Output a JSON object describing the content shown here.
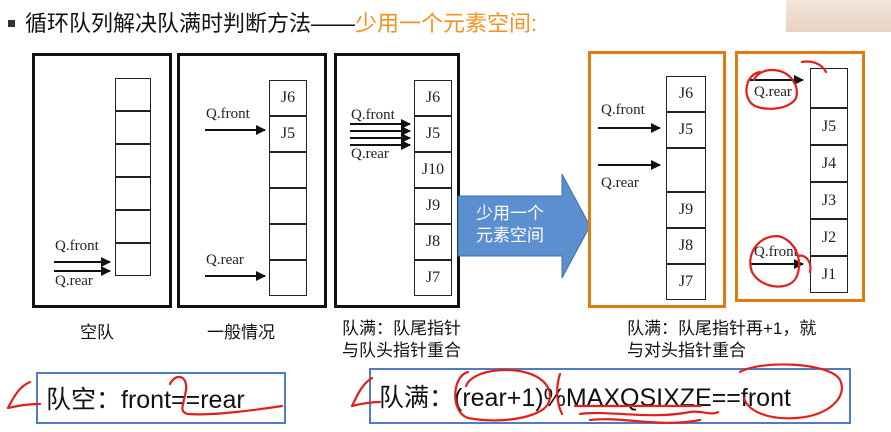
{
  "slide": {
    "title_main": "循环队列解决队满时判断方法——",
    "title_highlight": "少用一个元素空间:"
  },
  "pointers": {
    "front": "Q.front",
    "rear": "Q.rear"
  },
  "diagrams": {
    "general_cells": [
      "J6",
      "J5",
      "",
      "",
      "",
      ""
    ],
    "full_cells": [
      "J6",
      "J5",
      "J10",
      "J9",
      "J8",
      "J7"
    ],
    "reserved_cells": [
      "J6",
      "J5",
      "",
      "J9",
      "J8",
      "J7"
    ],
    "reserved2_cells": [
      "",
      "J5",
      "J4",
      "J3",
      "J2",
      "J1"
    ]
  },
  "arrow_label": {
    "line1": "少用一个",
    "line2": "元素空间"
  },
  "captions": {
    "empty": "空队",
    "general": "一般情况",
    "full_line1": "队满：队尾指针",
    "full_line2": "与队头指针重合",
    "reserved_line1": "队满：队尾指针再+1，就",
    "reserved_line2": "与对头指针重合"
  },
  "formulas": {
    "empty": "队空：front==rear",
    "full": "队满：(rear+1)%MAXQSIXZE==front"
  },
  "colors": {
    "highlight": "#f5921e",
    "orange_border": "#e07b12",
    "arrow_fill": "#5b8fcf",
    "formula_border": "#4e7dc6",
    "ink_red": "#e0201b"
  }
}
